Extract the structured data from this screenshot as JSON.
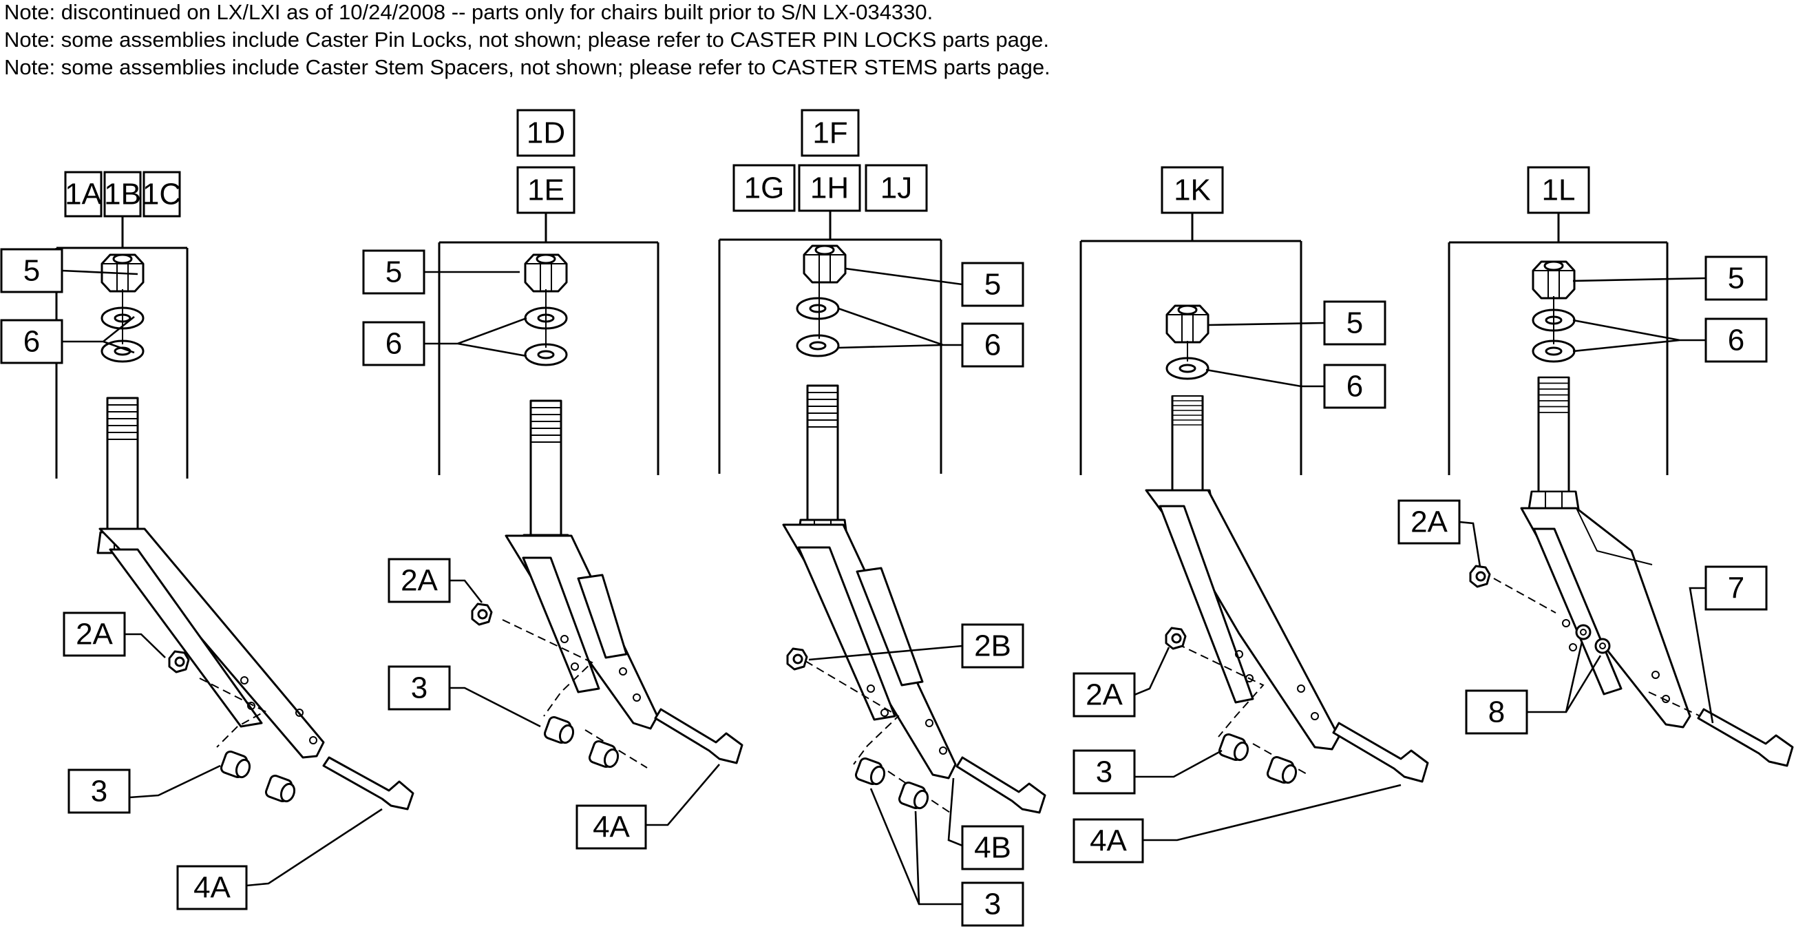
{
  "notes": [
    "Note: discontinued on LX/LXI as of 10/24/2008 -- parts only for chairs built prior to S/N LX-034330.",
    "Note: some assemblies include Caster Pin Locks, not shown; please refer to CASTER PIN LOCKS parts page.",
    "Note: some assemblies include Caster Stem Spacers, not shown; please refer to CASTER STEMS parts page."
  ],
  "assemblies": [
    {
      "groups": [
        "1A",
        "1B",
        "1C"
      ],
      "parts": [
        "5",
        "6",
        "2A",
        "3",
        "4A"
      ]
    },
    {
      "groups": [
        "1D",
        "1E"
      ],
      "parts": [
        "5",
        "6",
        "2A",
        "3",
        "4A"
      ]
    },
    {
      "groups": [
        "1F",
        "1G",
        "1H",
        "1J"
      ],
      "parts": [
        "5",
        "6",
        "2B",
        "3",
        "4B"
      ]
    },
    {
      "groups": [
        "1K"
      ],
      "parts": [
        "5",
        "6",
        "2A",
        "3",
        "4A"
      ]
    },
    {
      "groups": [
        "1L"
      ],
      "parts": [
        "5",
        "6",
        "2A",
        "7",
        "8"
      ]
    }
  ]
}
